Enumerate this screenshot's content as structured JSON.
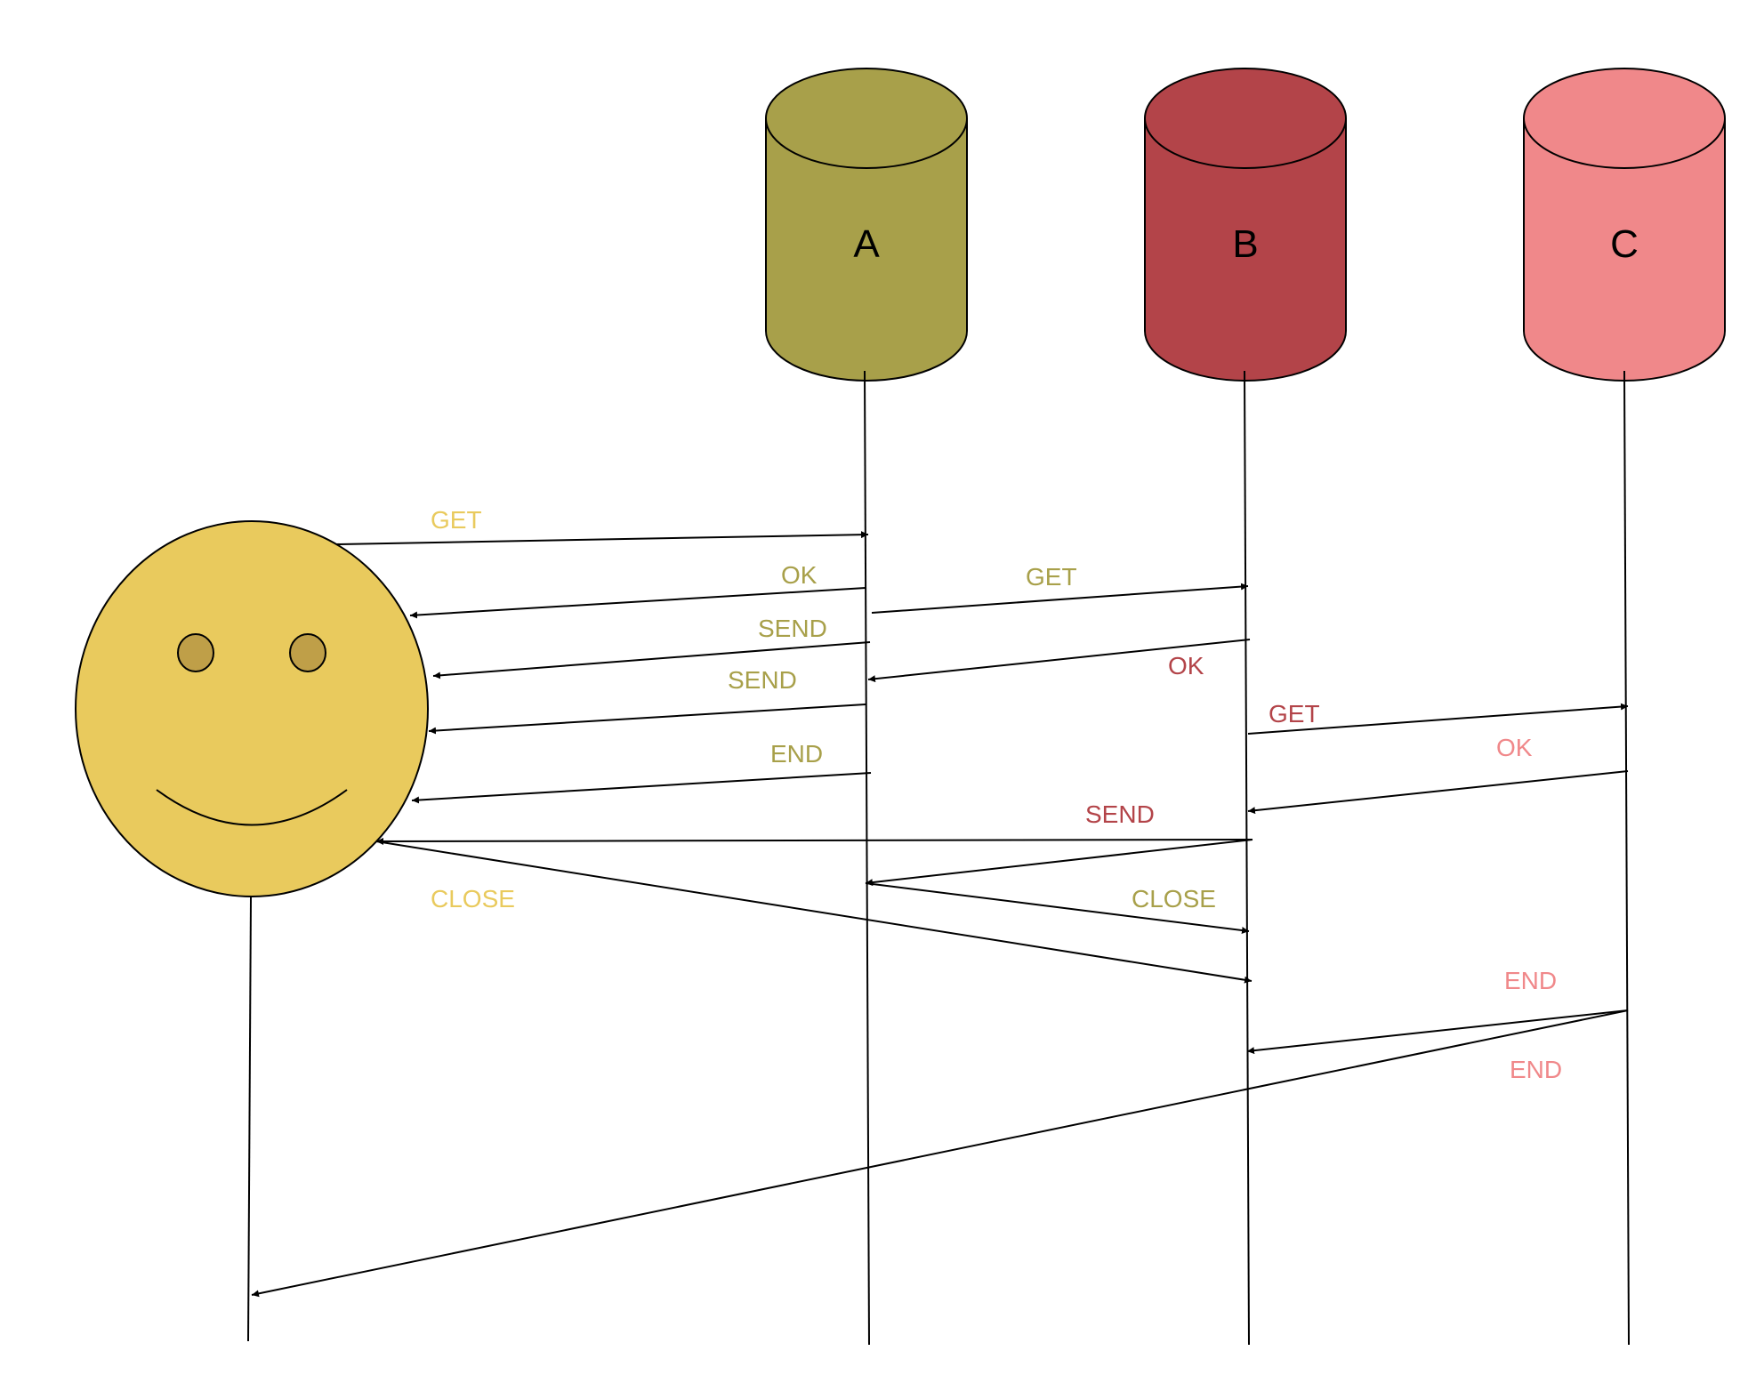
{
  "colors": {
    "actor": "#e9ca5d",
    "actor_eye": "#bf9f48",
    "a": "#a8a04a",
    "b": "#b34449",
    "c": "#f0888a",
    "lines": "#000000",
    "label_actor": "#e9ca5d",
    "label_a": "#a8a04a",
    "label_b": "#b34449",
    "label_c": "#f0888a"
  },
  "participants": {
    "a": {
      "label": "A"
    },
    "b": {
      "label": "B"
    },
    "c": {
      "label": "C"
    }
  },
  "actor_shape": "smiley-face",
  "messages": [
    {
      "label": "GET",
      "from": "actor",
      "to": "a"
    },
    {
      "label": "OK",
      "from": "a",
      "to": "actor"
    },
    {
      "label": "GET",
      "from": "a",
      "to": "b"
    },
    {
      "label": "SEND",
      "from": "a",
      "to": "actor"
    },
    {
      "label": "OK",
      "from": "b",
      "to": "a"
    },
    {
      "label": "SEND",
      "from": "a",
      "to": "actor"
    },
    {
      "label": "GET",
      "from": "b",
      "to": "c"
    },
    {
      "label": "END",
      "from": "a",
      "to": "actor"
    },
    {
      "label": "OK",
      "from": "c",
      "to": "b"
    },
    {
      "label": "SEND",
      "from": "b",
      "to": "actor"
    },
    {
      "label": "CLOSE",
      "from": "actor",
      "to": "b"
    },
    {
      "label": "CLOSE",
      "from": "a",
      "to": "b"
    },
    {
      "label": "END",
      "from": "c",
      "to": "b"
    },
    {
      "label": "END",
      "from": "c",
      "to": "actor"
    }
  ]
}
